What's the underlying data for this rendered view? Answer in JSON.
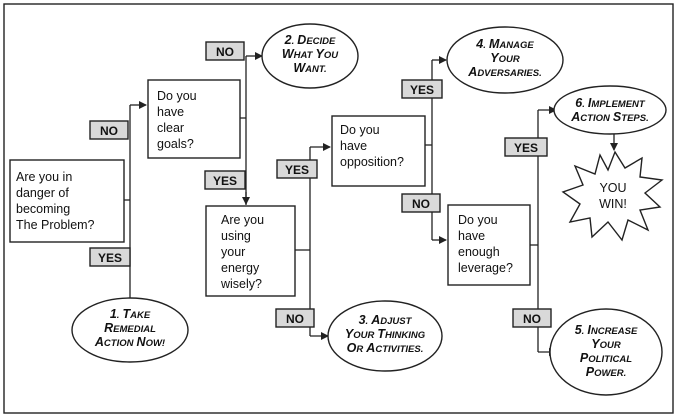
{
  "questions": {
    "danger": [
      "Are you in",
      "danger of",
      "becoming",
      "The Problem?"
    ],
    "goals": [
      "Do you",
      "have",
      "clear",
      "goals?"
    ],
    "energy": [
      "Are you",
      "using",
      "your",
      "energy",
      "wisely?"
    ],
    "opposition": [
      "Do you",
      "have",
      "opposition?"
    ],
    "leverage": [
      "Do you",
      "have",
      "enough",
      "leverage?"
    ]
  },
  "labels": {
    "yes": "YES",
    "no": "NO"
  },
  "outcomes": {
    "remedial": [
      "1. Take",
      "remedial",
      "action now!"
    ],
    "decide": [
      "2. Decide",
      "what you",
      "want."
    ],
    "adjust": [
      "3. Adjust",
      "your thinking",
      "or activities."
    ],
    "manage": [
      "4. Manage",
      "your",
      "adversaries."
    ],
    "increase": [
      "5. Increase",
      "your",
      "political",
      "power."
    ],
    "implement": [
      "6. Implement",
      "action steps."
    ],
    "win": [
      "YOU",
      "WIN!"
    ]
  }
}
